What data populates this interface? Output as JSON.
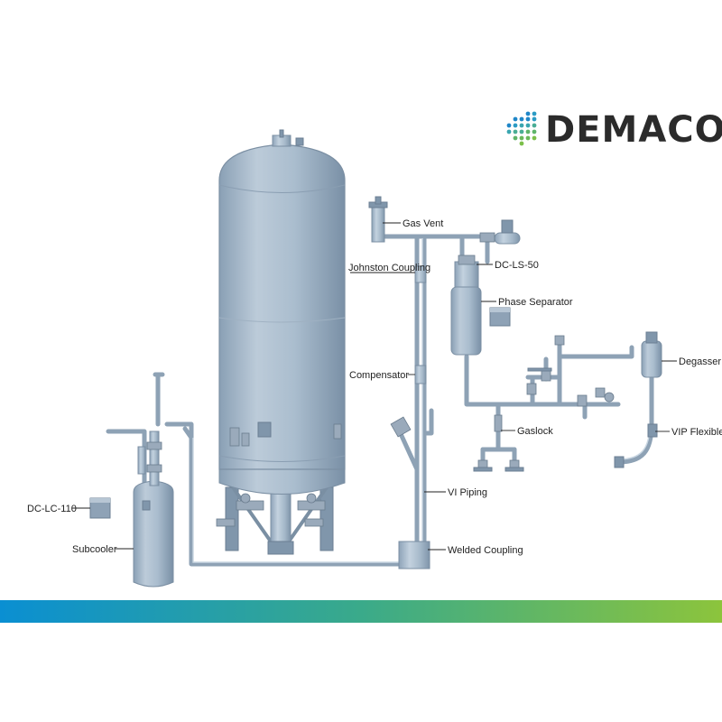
{
  "brand": {
    "name": "DEMACO"
  },
  "labels": {
    "gas_vent": "Gas Vent",
    "dc_ls_50": "DC-LS-50",
    "johnston_coupling": "Johnston Coupling",
    "phase_separator": "Phase Separator",
    "degasser": "Degasser",
    "compensator": "Compensator",
    "gaslock": "Gaslock",
    "vip_flexible": "VIP Flexible",
    "dc_lc_110": "DC-LC-110",
    "vi_piping": "VI Piping",
    "subcooler": "Subcooler",
    "welded_coupling": "Welded Coupling"
  },
  "colors": {
    "logo_dot_blue": "#1f86c8",
    "logo_dot_green": "#5fb46a",
    "band_start": "#0a8fd2",
    "band_mid": "#3aaa8a",
    "band_end": "#8cc43c",
    "equipment": "#a9bccd"
  }
}
